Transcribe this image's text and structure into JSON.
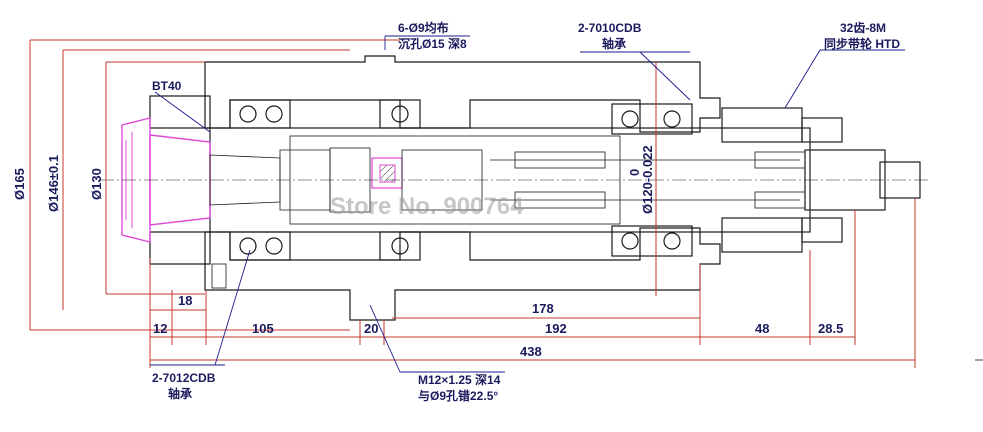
{
  "callouts": {
    "mount_holes_line1": "6-Ø9均布",
    "mount_holes_line2": "沉孔Ø15 深8",
    "rear_bearing_line1": "2-7010CDB",
    "rear_bearing_line2": "轴承",
    "pulley_line1": "32齿-8M",
    "pulley_line2": "同步带轮 HTD",
    "taper": "BT40",
    "front_bearing_line1": "2-7012CDB",
    "front_bearing_line2": "轴承",
    "thread_line1": "M12×1.25 深14",
    "thread_line2": "与Ø9孔错22.5°"
  },
  "dimensions": {
    "d165": "Ø165",
    "d146": "Ø146±0.1",
    "d130": "Ø130",
    "d120": "Ø120-0.022",
    "d120_upper": "0",
    "len_18": "18",
    "len_12": "12",
    "len_105": "105",
    "len_20": "20",
    "len_178": "178",
    "len_192": "192",
    "len_48": "48",
    "len_28_5": "28.5",
    "len_438": "438"
  },
  "watermark": "Store No. 900764",
  "colors": {
    "hatch": "#2bb3a0",
    "spring": "#3cb043",
    "tool_holder": "#e04ad6",
    "text": "#1a1a5e",
    "dim_line": "#c0392b",
    "outline": "#1a1a1a"
  }
}
